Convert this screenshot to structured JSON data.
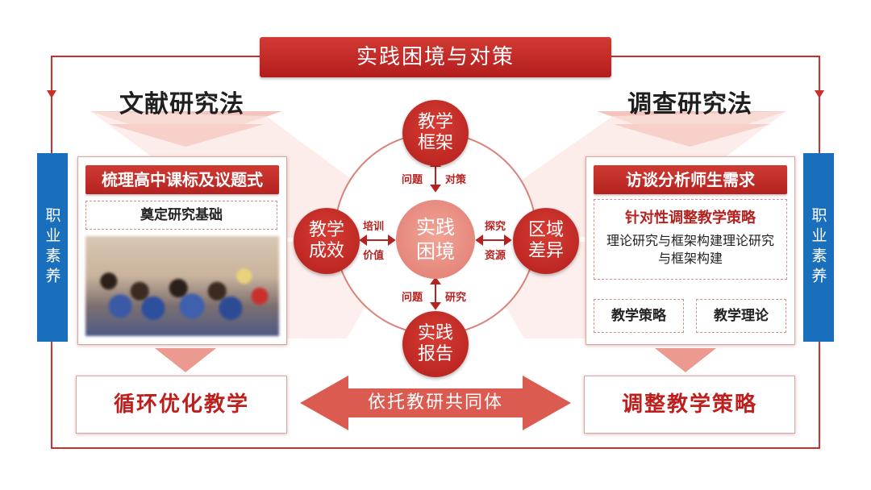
{
  "banner": {
    "title": "实践困境与对策"
  },
  "left": {
    "method": "文献研究法",
    "panel_title": "梳理高中课标及议题式",
    "sub_label": "奠定研究基础",
    "bottom": "循环优化教学",
    "side_tab": "职业素养"
  },
  "right": {
    "method": "调查研究法",
    "panel_title": "访谈分析师生需求",
    "strategy_title": "针对性调整教学策略",
    "strategy_body": "理论研究与框架构建理论研究与框架构建",
    "leaf1": "教学策略",
    "leaf2": "教学理论",
    "bottom": "调整教学策略",
    "side_tab": "职业素养"
  },
  "center": {
    "core": "实践困境",
    "top": "教学框架",
    "left": "教学成效",
    "right": "区域差异",
    "bottom": "实践报告",
    "top_pair": {
      "a": "问题",
      "b": "对策"
    },
    "left_pair": {
      "a": "培训",
      "b": "价值"
    },
    "right_pair": {
      "a": "探究",
      "b": "资源"
    },
    "bottom_pair": {
      "a": "问题",
      "b": "研究"
    }
  },
  "bottom_arrow": {
    "label": "依托教研共同体"
  },
  "colors": {
    "accent": "#c0261f",
    "side_tab": "#1a6fbd",
    "center": "#e8887c"
  }
}
